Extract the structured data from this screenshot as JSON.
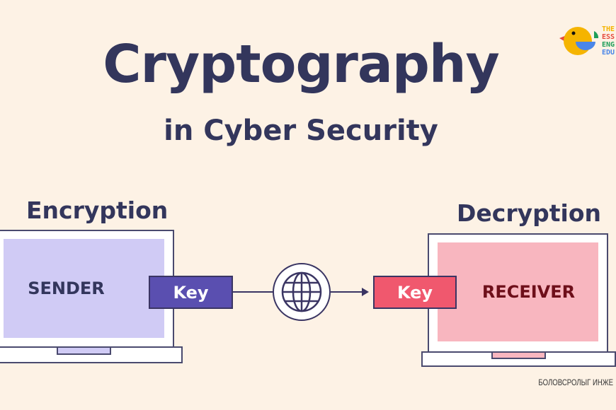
{
  "header": {
    "title": "Cryptography",
    "subtitle": "in Cyber Security"
  },
  "logo": {
    "text_lines": [
      "THE",
      "ESS",
      "ENG",
      "EDU"
    ]
  },
  "sender": {
    "section_label": "Encryption",
    "screen_label": "SENDER",
    "key_label": "Key"
  },
  "receiver": {
    "section_label": "Decryption",
    "screen_label": "RECEIVER",
    "key_label": "Key"
  },
  "footer": {
    "text": "БОЛОВСРОЛЫГ ИНЖЕ"
  },
  "colors": {
    "background": "#fdf2e5",
    "text": "#33365c",
    "sender_key": "#5a4fb0",
    "sender_screen": "#d0cbf5",
    "receiver_key": "#f0586e",
    "receiver_screen": "#f8b6bf",
    "receiver_text": "#6e0f1a"
  }
}
